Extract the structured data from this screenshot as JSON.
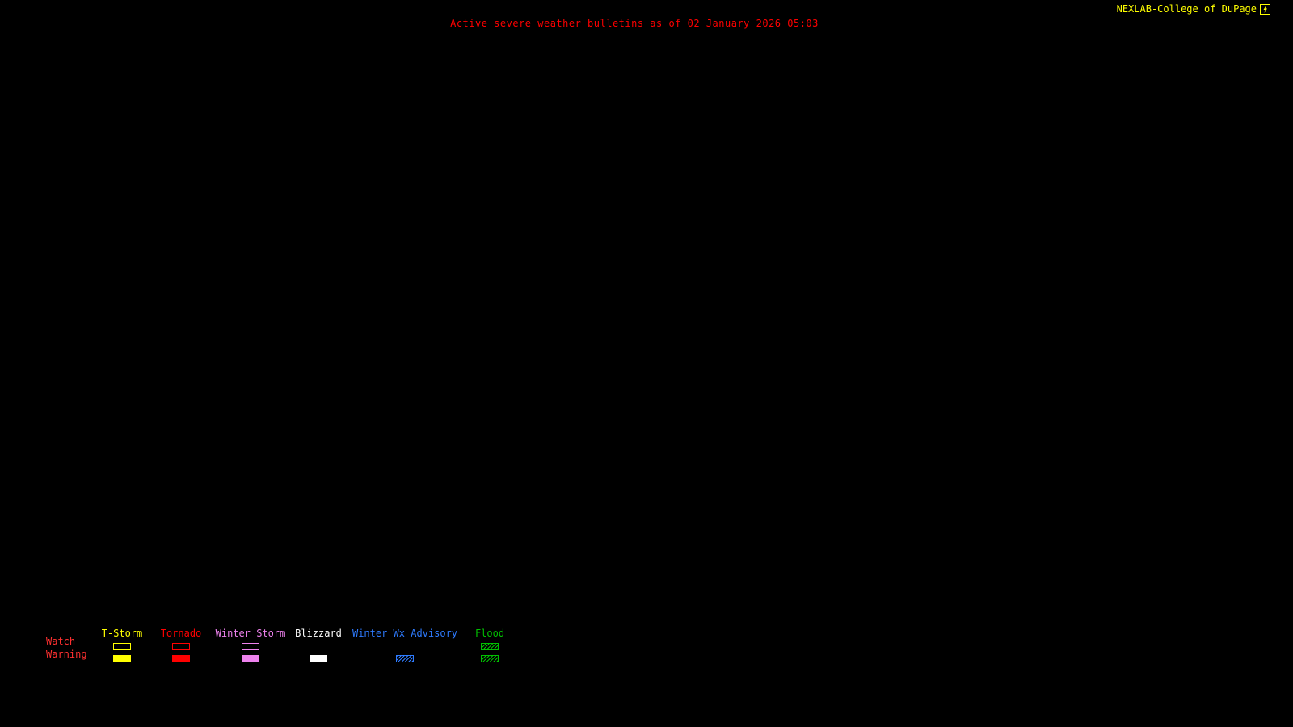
{
  "header": {
    "title": "Active severe weather bulletins as of 02 January 2026 05:03",
    "brand": "NEXLAB-College of DuPage",
    "logo_icon": "nexlab-logo-icon"
  },
  "colors": {
    "background": "#000000",
    "title": "#ff0000",
    "brand": "#ffff00",
    "legend_row_labels": "#ff3030"
  },
  "legend": {
    "watch_label": "Watch",
    "warning_label": "Warning",
    "columns": [
      {
        "label": "T-Storm",
        "color": "#ffff00",
        "watch_style": "outline",
        "warning_style": "solid"
      },
      {
        "label": "Tornado",
        "color": "#ff0000",
        "watch_style": "outline",
        "warning_style": "solid"
      },
      {
        "label": "Winter Storm",
        "color": "#ee82ee",
        "watch_style": "outline",
        "warning_style": "solid"
      },
      {
        "label": "Blizzard",
        "color": "#ffffff",
        "watch_style": "none",
        "warning_style": "solid"
      },
      {
        "label": "Winter Wx Advisory",
        "color": "#2e7bff",
        "watch_style": "none",
        "warning_style": "hatched"
      },
      {
        "label": "Flood",
        "color": "#00c000",
        "watch_style": "hatched",
        "warning_style": "hatched"
      }
    ]
  }
}
